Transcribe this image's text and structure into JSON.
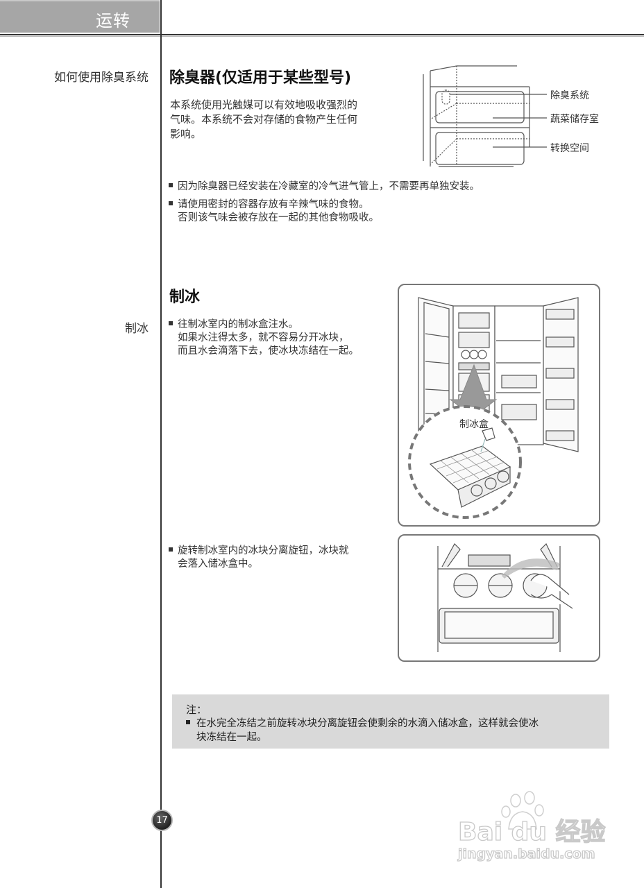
{
  "header": {
    "section_tab": "运转"
  },
  "sidebar": {
    "labels": [
      "如何使用除臭系统",
      "制冰"
    ]
  },
  "deodorizer": {
    "title": "除臭器(仅适用于某些型号)",
    "intro": "本系统使用光触媒可以有效地吸收强烈的气味。本系统不会对存储的食物产生任何影响。",
    "intro_lines": [
      "本系统使用光触媒可以有效地吸收强烈的",
      "气味。本系统不会对存储的食物产生任何",
      "影响。"
    ],
    "diagram_labels": [
      "除臭系统",
      "蔬菜储存室",
      "转换空间"
    ],
    "bullets": [
      {
        "lines": [
          "因为除臭器已经安装在冷藏室的冷气进气管上，不需要再单独安装。"
        ]
      },
      {
        "lines": [
          "请使用密封的容器存放有辛辣气味的食物。",
          "否则该气味会被存放在一起的其他食物吸收。"
        ]
      }
    ]
  },
  "ice_making": {
    "title": "制冰",
    "bullets": [
      {
        "lines": [
          "往制冰室内的制冰盒注水。",
          "如果水注得太多，就不容易分开冰块，",
          "而且水会滴落下去，使冰块冻结在一起。"
        ]
      },
      {
        "lines": [
          "旋转制冰室内的冰块分离旋钮，冰块就",
          "会落入储冰盒中。"
        ]
      }
    ],
    "figure1_label": "制冰盒"
  },
  "note": {
    "title": "注：",
    "lines": [
      "在水完全冻结之前旋转冰块分离旋钮会使剩余的水滴入储冰盒，这样就会使冰",
      "块冻结在一起。"
    ]
  },
  "footer": {
    "page_number": "17",
    "watermark_brand": "Bai du 经验",
    "watermark_url": "jingyan.baidu.com"
  },
  "colors": {
    "header_tab_bg": "#a6a6a6",
    "note_bg": "#d9d9d9",
    "rule": "#333333"
  }
}
